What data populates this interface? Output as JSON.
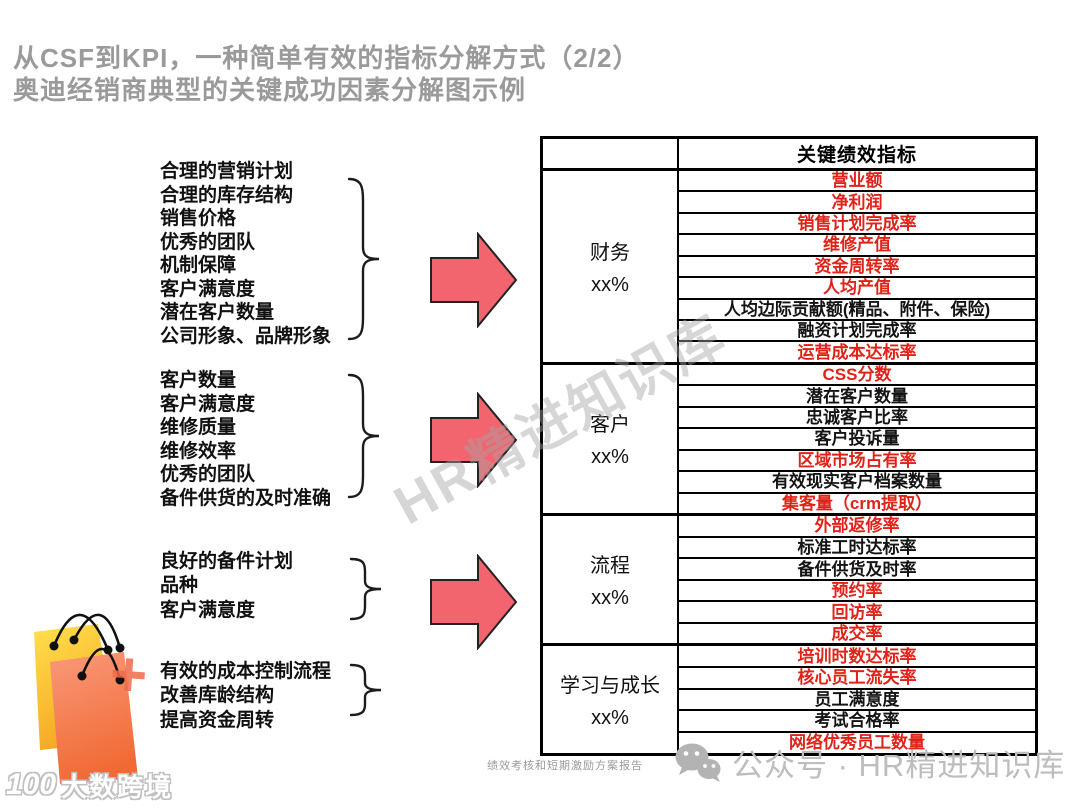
{
  "title": {
    "line1": "从CSF到KPI，一种简单有效的指标分解方式（2/2）",
    "line2": "奥迪经销商典型的关键成功因素分解图示例"
  },
  "csf_groups": [
    {
      "items": [
        "合理的营销计划",
        "合理的库存结构",
        "销售价格",
        "优秀的团队",
        "机制保障",
        "客户满意度",
        "潜在客户数量",
        "公司形象、品牌形象"
      ]
    },
    {
      "items": [
        "客户数量",
        "客户满意度",
        "维修质量",
        "维修效率",
        "优秀的团队",
        "备件供货的及时准确"
      ]
    },
    {
      "items": [
        "良好的备件计划",
        "品种",
        "客户满意度"
      ]
    },
    {
      "items": [
        "有效的成本控制流程",
        "改善库龄结构",
        "提高资金周转"
      ]
    }
  ],
  "table": {
    "header": "关键绩效指标",
    "sections": [
      {
        "category": "财务",
        "weight": "xx%",
        "kpis": [
          {
            "label": "营业额",
            "red": true
          },
          {
            "label": "净利润",
            "red": true
          },
          {
            "label": "销售计划完成率",
            "red": true
          },
          {
            "label": "维修产值",
            "red": true
          },
          {
            "label": "资金周转率",
            "red": true
          },
          {
            "label": "人均产值",
            "red": true
          },
          {
            "label": "人均边际贡献额(精品、附件、保险)",
            "red": false
          },
          {
            "label": "融资计划完成率",
            "red": false
          },
          {
            "label": "运营成本达标率",
            "red": true
          }
        ]
      },
      {
        "category": "客户",
        "weight": "xx%",
        "kpis": [
          {
            "label": "CSS分数",
            "red": true
          },
          {
            "label": "潜在客户数量",
            "red": false
          },
          {
            "label": "忠诚客户比率",
            "red": false
          },
          {
            "label": "客户投诉量",
            "red": false
          },
          {
            "label": "区域市场占有率",
            "red": true
          },
          {
            "label": "有效现实客户档案数量",
            "red": false
          },
          {
            "label": "集客量（crm提取）",
            "red": true
          }
        ]
      },
      {
        "category": "流程",
        "weight": "xx%",
        "kpis": [
          {
            "label": "外部返修率",
            "red": true
          },
          {
            "label": "标准工时达标率",
            "red": false
          },
          {
            "label": "备件供货及时率",
            "red": false
          },
          {
            "label": "预约率",
            "red": true
          },
          {
            "label": "回访率",
            "red": true
          },
          {
            "label": "成交率",
            "red": true
          }
        ]
      },
      {
        "category": "学习与成长",
        "weight": "xx%",
        "kpis": [
          {
            "label": "培训时数达标率",
            "red": true
          },
          {
            "label": "核心员工流失率",
            "red": true
          },
          {
            "label": "员工满意度",
            "red": false
          },
          {
            "label": "考试合格率",
            "red": false
          },
          {
            "label": "网络优秀员工数量",
            "red": true
          }
        ]
      }
    ]
  },
  "watermark": {
    "diagonal_text": "HR精进知识库"
  },
  "footer": {
    "doc_title": "绩效考核和短期激励方案报告",
    "wechat_label": "公众号 · HR精进知识库",
    "logo_mark": "100",
    "logo_text": "大数跨境",
    "plus_mark": "+"
  },
  "colors": {
    "kpi_red": "#E02318",
    "arrow_fill": "#F2646E",
    "arrow_stroke": "#222222",
    "title_gray": "#9A9A9A",
    "watermark_gray": "#A5A5A5",
    "bag_yellow_top": "#FFE14D",
    "bag_yellow_bottom": "#F6A623",
    "bag_orange_top": "#F9997A",
    "bag_orange_bottom": "#F16A34"
  }
}
